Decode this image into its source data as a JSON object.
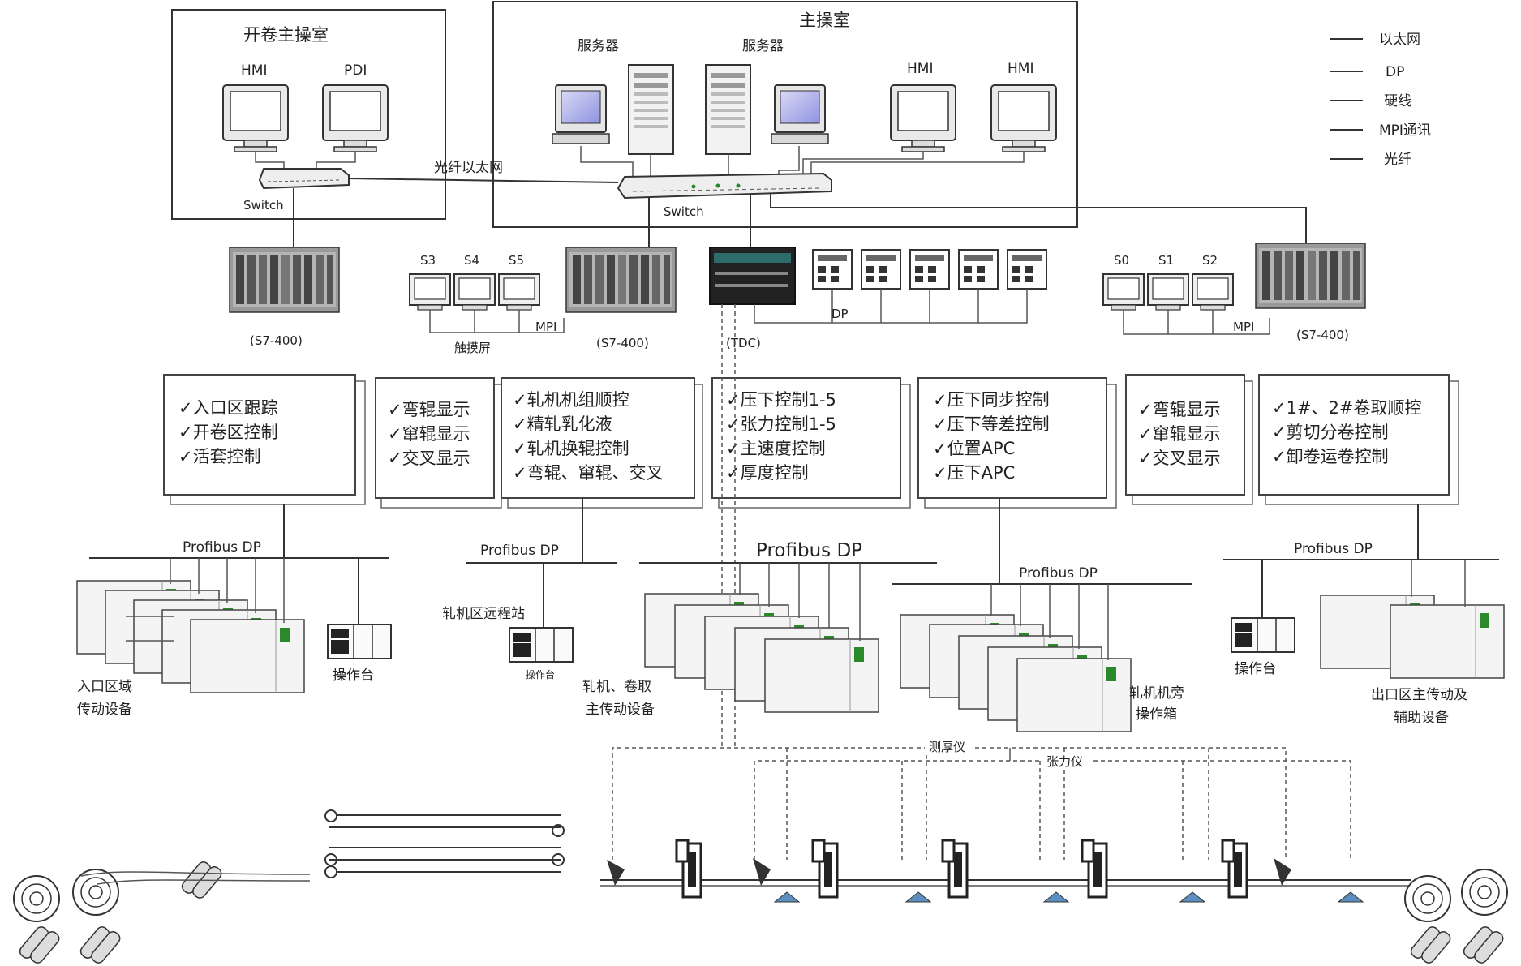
{
  "rooms": {
    "uncoiler_room": "开卷主操室",
    "main_room": "主操室"
  },
  "devices": {
    "hmi": "HMI",
    "pdi": "PDI",
    "server": "服务器",
    "switch": "Switch",
    "fiber_ethernet": "光纤以太网",
    "s7_400": "(S7-400)",
    "tdc": "(TDC)",
    "mpi": "MPI",
    "dp": "DP",
    "touch_screen": "触摸屏",
    "s3": "S3",
    "s4": "S4",
    "s5": "S5",
    "s0": "S0",
    "s1": "S1",
    "s2": "S2"
  },
  "legend": [
    "以太网",
    "DP",
    "硬线",
    "MPI通讯",
    "光纤"
  ],
  "function_boxes": [
    {
      "items": [
        "入口区跟踪",
        "开卷区控制",
        "活套控制"
      ]
    },
    {
      "items": [
        "弯辊显示",
        "窜辊显示",
        "交叉显示"
      ]
    },
    {
      "items": [
        "轧机机组顺控",
        "精轧乳化液",
        "轧机换辊控制",
        "弯辊、窜辊、交叉"
      ]
    },
    {
      "items": [
        "压下控制1-5",
        "张力控制1-5",
        "主速度控制",
        "厚度控制"
      ]
    },
    {
      "items": [
        "压下同步控制",
        "压下等差控制",
        "位置APC",
        "压下APC"
      ]
    },
    {
      "items": [
        "弯辊显示",
        "窜辊显示",
        "交叉显示"
      ]
    },
    {
      "items": [
        "1#、2#卷取顺控",
        "剪切分卷控制",
        "卸卷运卷控制"
      ]
    }
  ],
  "bus": {
    "profibus": "Profibus DP"
  },
  "field": {
    "entry_drives": "入口区域\n传动设备",
    "console": "操作台",
    "remote_station": "轧机区远程站",
    "console_small": "操作台",
    "mill_drives": "轧机、卷取\n主传动设备",
    "mill_boxes": "轧机机旁\n操作箱",
    "exit_drives": "出口区主传动及\n辅助设备",
    "thickness_gauge": "测厚仪",
    "tension_meter": "张力仪"
  }
}
